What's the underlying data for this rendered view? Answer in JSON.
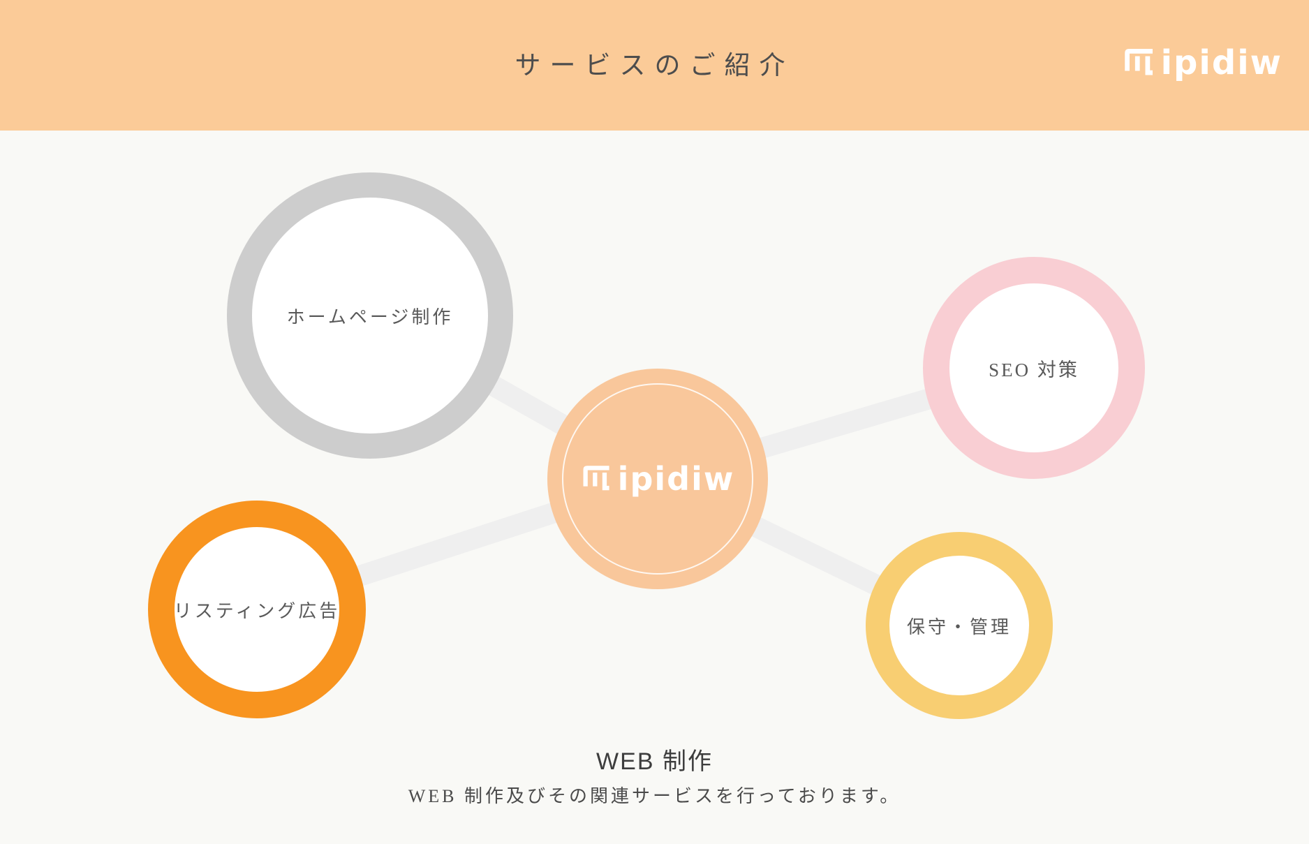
{
  "header": {
    "title": "サービスのご紹介",
    "bg_color": "#FBCB98",
    "logo": {
      "text": "ipidiw",
      "mark": "ipidiw-grid-mark",
      "color": "#FFFFFF"
    }
  },
  "diagram": {
    "hub": {
      "logo_text": "ipidiw",
      "fill_color": "#F9C79B",
      "inner_ring_color": "#FFFFFF"
    },
    "connector_color": "#EFEFEF",
    "nodes": [
      {
        "id": "homepage",
        "label": "ホームページ制作",
        "ring_color": "#CDCDCD"
      },
      {
        "id": "seo",
        "label": "SEO 対策",
        "ring_color": "#F9CED3"
      },
      {
        "id": "listing",
        "label": "リスティング広告",
        "ring_color": "#F8941F"
      },
      {
        "id": "maintenance",
        "label": "保守・管理",
        "ring_color": "#F8CE72"
      }
    ]
  },
  "footer": {
    "heading": "WEB 制作",
    "description": "WEB 制作及びその関連サービスを行っております。"
  }
}
